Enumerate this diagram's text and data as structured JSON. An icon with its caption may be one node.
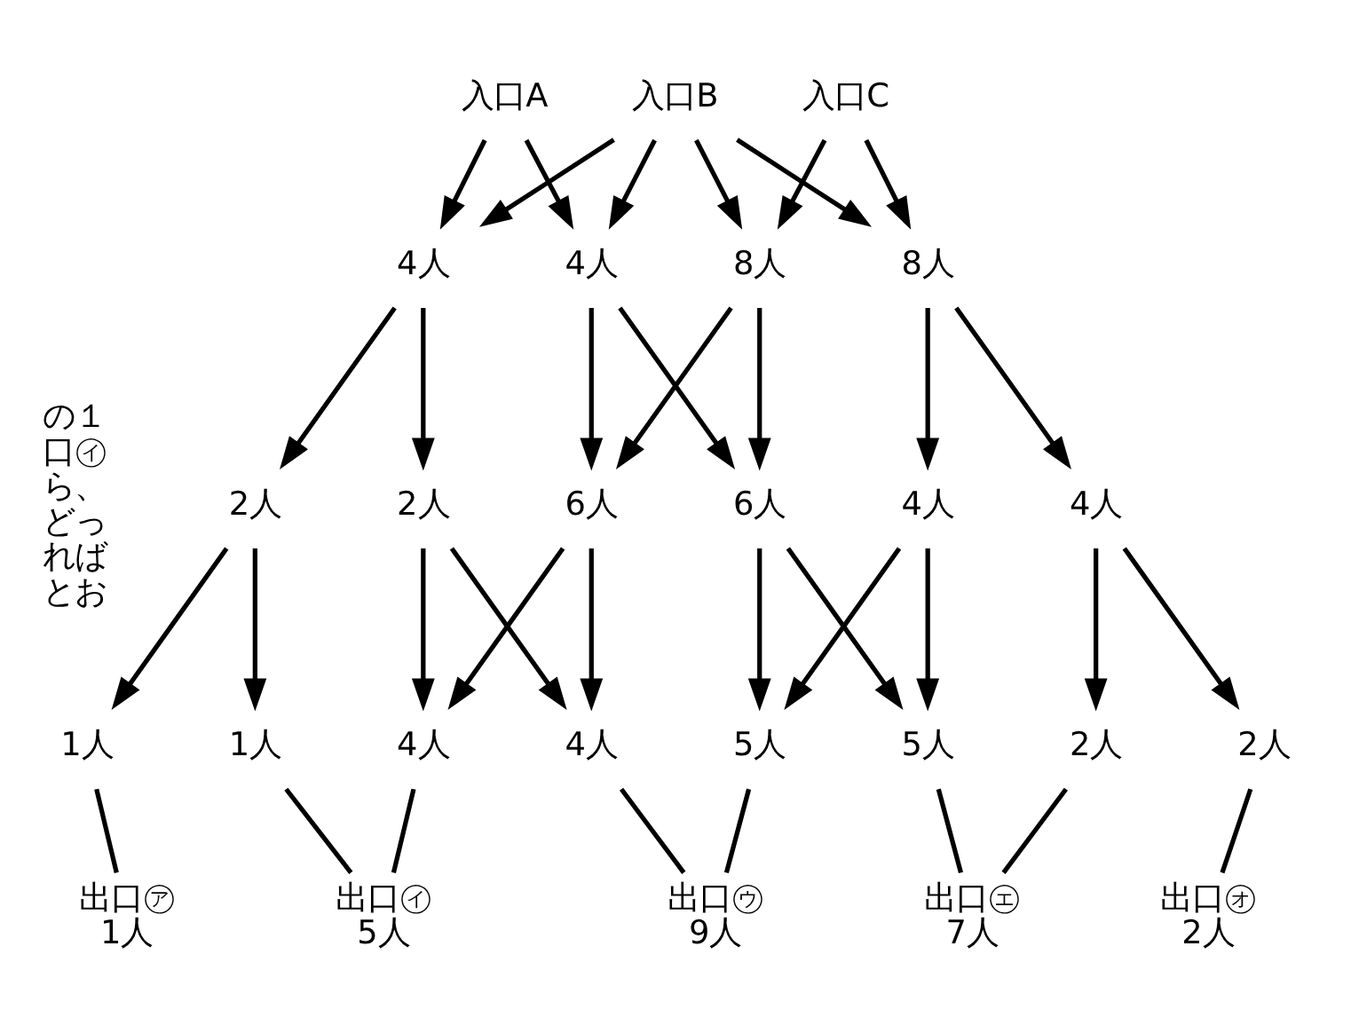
{
  "diagram": {
    "nodes": [
      {
        "text": [
          "入口A"
        ]
      },
      {
        "text": [
          "入口B"
        ]
      },
      {
        "text": [
          "入口C"
        ]
      },
      {
        "text": [
          "4人"
        ]
      },
      {
        "text": [
          "4人"
        ]
      },
      {
        "text": [
          "8人"
        ]
      },
      {
        "text": [
          "8人"
        ]
      },
      {
        "text": [
          "2人"
        ]
      },
      {
        "text": [
          "2人"
        ]
      },
      {
        "text": [
          "6人"
        ]
      },
      {
        "text": [
          "6人"
        ]
      },
      {
        "text": [
          "4人"
        ]
      },
      {
        "text": [
          "4人"
        ]
      },
      {
        "text": [
          "1人"
        ]
      },
      {
        "text": [
          "1人"
        ]
      },
      {
        "text": [
          "4人"
        ]
      },
      {
        "text": [
          "4人"
        ]
      },
      {
        "text": [
          "5人"
        ]
      },
      {
        "text": [
          "5人"
        ]
      },
      {
        "text": [
          "2人"
        ]
      },
      {
        "text": [
          "2人"
        ]
      },
      {
        "text": [
          "出口㋐",
          "1人"
        ]
      },
      {
        "text": [
          "出口㋑",
          "5人"
        ]
      },
      {
        "text": [
          "出口㋒",
          "9人"
        ]
      },
      {
        "text": [
          "出口㋓",
          "7人"
        ]
      },
      {
        "text": [
          "出口㋔",
          "2人"
        ]
      }
    ],
    "edges": [
      {
        "from": 0,
        "to": 3,
        "arrow": "to"
      },
      {
        "from": 0,
        "to": 4,
        "arrow": "to"
      },
      {
        "from": 1,
        "to": 3,
        "arrow": "to"
      },
      {
        "from": 1,
        "to": 4,
        "arrow": "to"
      },
      {
        "from": 1,
        "to": 5,
        "arrow": "to"
      },
      {
        "from": 1,
        "to": 6,
        "arrow": "to"
      },
      {
        "from": 2,
        "to": 5,
        "arrow": "to"
      },
      {
        "from": 2,
        "to": 6,
        "arrow": "to"
      },
      {
        "from": 3,
        "to": 7,
        "arrow": "to"
      },
      {
        "from": 3,
        "to": 8,
        "arrow": "to"
      },
      {
        "from": 4,
        "to": 9,
        "arrow": "to"
      },
      {
        "from": 4,
        "to": 10,
        "arrow": "to"
      },
      {
        "from": 5,
        "to": 9,
        "arrow": "to"
      },
      {
        "from": 5,
        "to": 10,
        "arrow": "to"
      },
      {
        "from": 6,
        "to": 11,
        "arrow": "to"
      },
      {
        "from": 6,
        "to": 12,
        "arrow": "to"
      },
      {
        "from": 7,
        "to": 13,
        "arrow": "to"
      },
      {
        "from": 7,
        "to": 14,
        "arrow": "to"
      },
      {
        "from": 8,
        "to": 15,
        "arrow": "to"
      },
      {
        "from": 8,
        "to": 16,
        "arrow": "to"
      },
      {
        "from": 9,
        "to": 15,
        "arrow": "to"
      },
      {
        "from": 9,
        "to": 16,
        "arrow": "to"
      },
      {
        "from": 10,
        "to": 17,
        "arrow": "to"
      },
      {
        "from": 10,
        "to": 18,
        "arrow": "to"
      },
      {
        "from": 11,
        "to": 17,
        "arrow": "to"
      },
      {
        "from": 11,
        "to": 18,
        "arrow": "to"
      },
      {
        "from": 12,
        "to": 19,
        "arrow": "to"
      },
      {
        "from": 12,
        "to": 20,
        "arrow": "to"
      },
      {
        "from": 13,
        "to": 21,
        "arrow": "none"
      },
      {
        "from": 14,
        "to": 22,
        "arrow": "none"
      },
      {
        "from": 15,
        "to": 22,
        "arrow": "none"
      },
      {
        "from": 16,
        "to": 23,
        "arrow": "none"
      },
      {
        "from": 17,
        "to": 23,
        "arrow": "none"
      },
      {
        "from": 18,
        "to": 24,
        "arrow": "none"
      },
      {
        "from": 19,
        "to": 24,
        "arrow": "none"
      },
      {
        "from": 20,
        "to": 25,
        "arrow": "none"
      }
    ],
    "labels": [
      "の１",
      "口㋑",
      "ら、",
      "どっ",
      "れば",
      "とお"
    ]
  }
}
